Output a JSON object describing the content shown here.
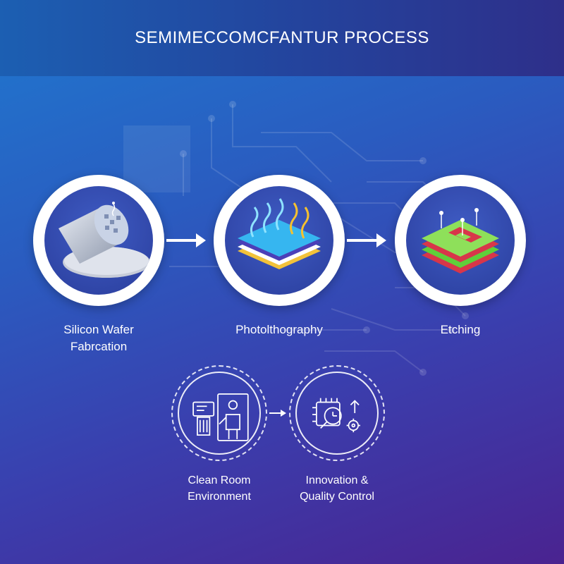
{
  "title": "SEMIMECCOMCFANTUR PROCESS",
  "steps": [
    {
      "label_line1": "Silicon Wafer",
      "label_line2": "Fabrcation",
      "icon": "silicon-wafer-icon"
    },
    {
      "label_line1": "Photolthography",
      "label_line2": "",
      "icon": "photolithography-layers-icon"
    },
    {
      "label_line1": "Etching",
      "label_line2": "",
      "icon": "etched-layers-icon"
    }
  ],
  "substeps": [
    {
      "label_line1": "Clean Room",
      "label_line2": "Environment",
      "icon": "clean-room-technician-icon"
    },
    {
      "label_line1": "Innovation &",
      "label_line2": "Quality Control",
      "icon": "chip-inspection-gear-icon"
    }
  ],
  "colors": {
    "header_bg": "#23459e",
    "accent_green": "#5fcf3a",
    "accent_red": "#d8364a",
    "accent_yellow": "#f3c531",
    "accent_cyan": "#2fb8f0"
  }
}
